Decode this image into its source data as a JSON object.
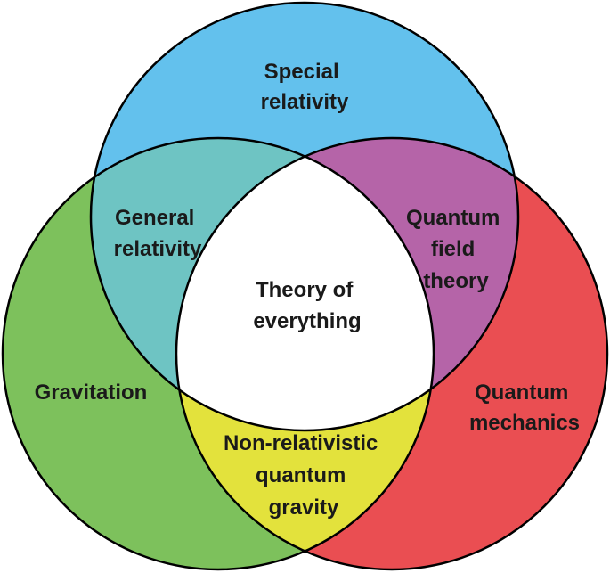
{
  "diagram": {
    "sets": [
      {
        "id": "special-relativity",
        "lines": [
          "Special",
          "relativity"
        ],
        "color": "#63C1ED"
      },
      {
        "id": "gravitation",
        "lines": [
          "Gravitation"
        ],
        "color": "#7DC15C"
      },
      {
        "id": "quantum-mechanics",
        "lines": [
          "Quantum",
          "mechanics"
        ],
        "color": "#EA4E52"
      }
    ],
    "intersections": [
      {
        "id": "general-relativity",
        "sets": [
          "special-relativity",
          "gravitation"
        ],
        "lines": [
          "General",
          "relativity"
        ],
        "color": "#6EC4C3"
      },
      {
        "id": "quantum-field-theory",
        "sets": [
          "special-relativity",
          "quantum-mechanics"
        ],
        "lines": [
          "Quantum",
          "field",
          "theory"
        ],
        "color": "#B564A8"
      },
      {
        "id": "non-relativistic-quantum-gravity",
        "sets": [
          "gravitation",
          "quantum-mechanics"
        ],
        "lines": [
          "Non-relativistic",
          "quantum",
          "gravity"
        ],
        "color": "#E3E23C"
      },
      {
        "id": "theory-of-everything",
        "sets": [
          "special-relativity",
          "gravitation",
          "quantum-mechanics"
        ],
        "lines": [
          "Theory of",
          "everything"
        ],
        "color": "#FFFFFF"
      }
    ]
  }
}
